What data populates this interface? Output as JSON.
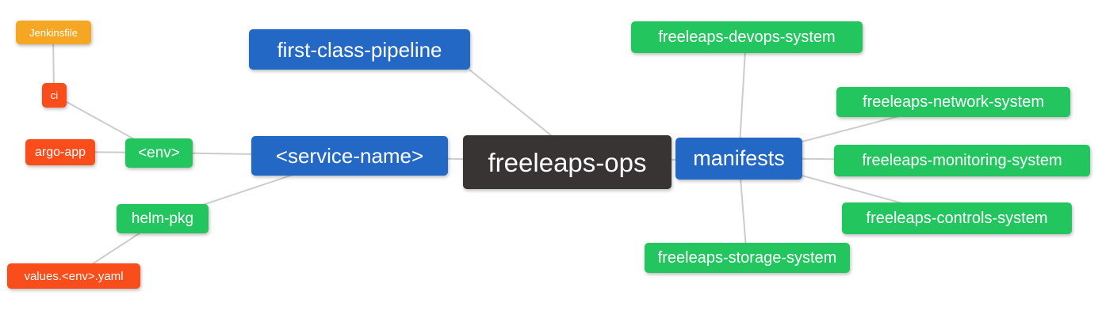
{
  "diagram": {
    "type": "mindmap",
    "root_id": "freeleaps-ops",
    "edge_color": "#CCCCCC",
    "background_color": "#FFFFFF",
    "palette": {
      "blue": "#2368C4",
      "green": "#22C55E",
      "orange": "#F5A623",
      "red": "#F94E1C",
      "dark": "#393434"
    },
    "nodes": [
      {
        "id": "jenkinsfile",
        "label": "Jenkinsfile",
        "color": "#F5A623",
        "text_color": "#FFFFFF"
      },
      {
        "id": "ci",
        "label": "ci",
        "color": "#F94E1C",
        "text_color": "#FFFFFF"
      },
      {
        "id": "argo-app",
        "label": "argo-app",
        "color": "#F94E1C",
        "text_color": "#FFFFFF"
      },
      {
        "id": "env",
        "label": "<env>",
        "color": "#22C55E",
        "text_color": "#FFFFFF"
      },
      {
        "id": "helm-pkg",
        "label": "helm-pkg",
        "color": "#22C55E",
        "text_color": "#FFFFFF"
      },
      {
        "id": "values-env-yaml",
        "label": "values.<env>.yaml",
        "color": "#F94E1C",
        "text_color": "#FFFFFF"
      },
      {
        "id": "service-name",
        "label": "<service-name>",
        "color": "#2368C4",
        "text_color": "#FFFFFF"
      },
      {
        "id": "first-class-pipeline",
        "label": "first-class-pipeline",
        "color": "#2368C4",
        "text_color": "#FFFFFF"
      },
      {
        "id": "freeleaps-ops",
        "label": "freeleaps-ops",
        "color": "#393434",
        "text_color": "#FFFFFF"
      },
      {
        "id": "manifests",
        "label": "manifests",
        "color": "#2368C4",
        "text_color": "#FFFFFF"
      },
      {
        "id": "freeleaps-devops-system",
        "label": "freeleaps-devops-system",
        "color": "#22C55E",
        "text_color": "#FFFFFF"
      },
      {
        "id": "freeleaps-network-system",
        "label": "freeleaps-network-system",
        "color": "#22C55E",
        "text_color": "#FFFFFF"
      },
      {
        "id": "freeleaps-monitoring-system",
        "label": "freeleaps-monitoring-system",
        "color": "#22C55E",
        "text_color": "#FFFFFF"
      },
      {
        "id": "freeleaps-controls-system",
        "label": "freeleaps-controls-system",
        "color": "#22C55E",
        "text_color": "#FFFFFF"
      },
      {
        "id": "freeleaps-storage-system",
        "label": "freeleaps-storage-system",
        "color": "#22C55E",
        "text_color": "#FFFFFF"
      }
    ],
    "edges": [
      {
        "from": "jenkinsfile",
        "to": "ci"
      },
      {
        "from": "ci",
        "to": "env"
      },
      {
        "from": "argo-app",
        "to": "env"
      },
      {
        "from": "env",
        "to": "service-name"
      },
      {
        "from": "helm-pkg",
        "to": "service-name"
      },
      {
        "from": "values-env-yaml",
        "to": "helm-pkg"
      },
      {
        "from": "service-name",
        "to": "freeleaps-ops"
      },
      {
        "from": "first-class-pipeline",
        "to": "freeleaps-ops"
      },
      {
        "from": "freeleaps-ops",
        "to": "manifests"
      },
      {
        "from": "manifests",
        "to": "freeleaps-devops-system"
      },
      {
        "from": "manifests",
        "to": "freeleaps-network-system"
      },
      {
        "from": "manifests",
        "to": "freeleaps-monitoring-system"
      },
      {
        "from": "manifests",
        "to": "freeleaps-controls-system"
      },
      {
        "from": "manifests",
        "to": "freeleaps-storage-system"
      }
    ]
  }
}
